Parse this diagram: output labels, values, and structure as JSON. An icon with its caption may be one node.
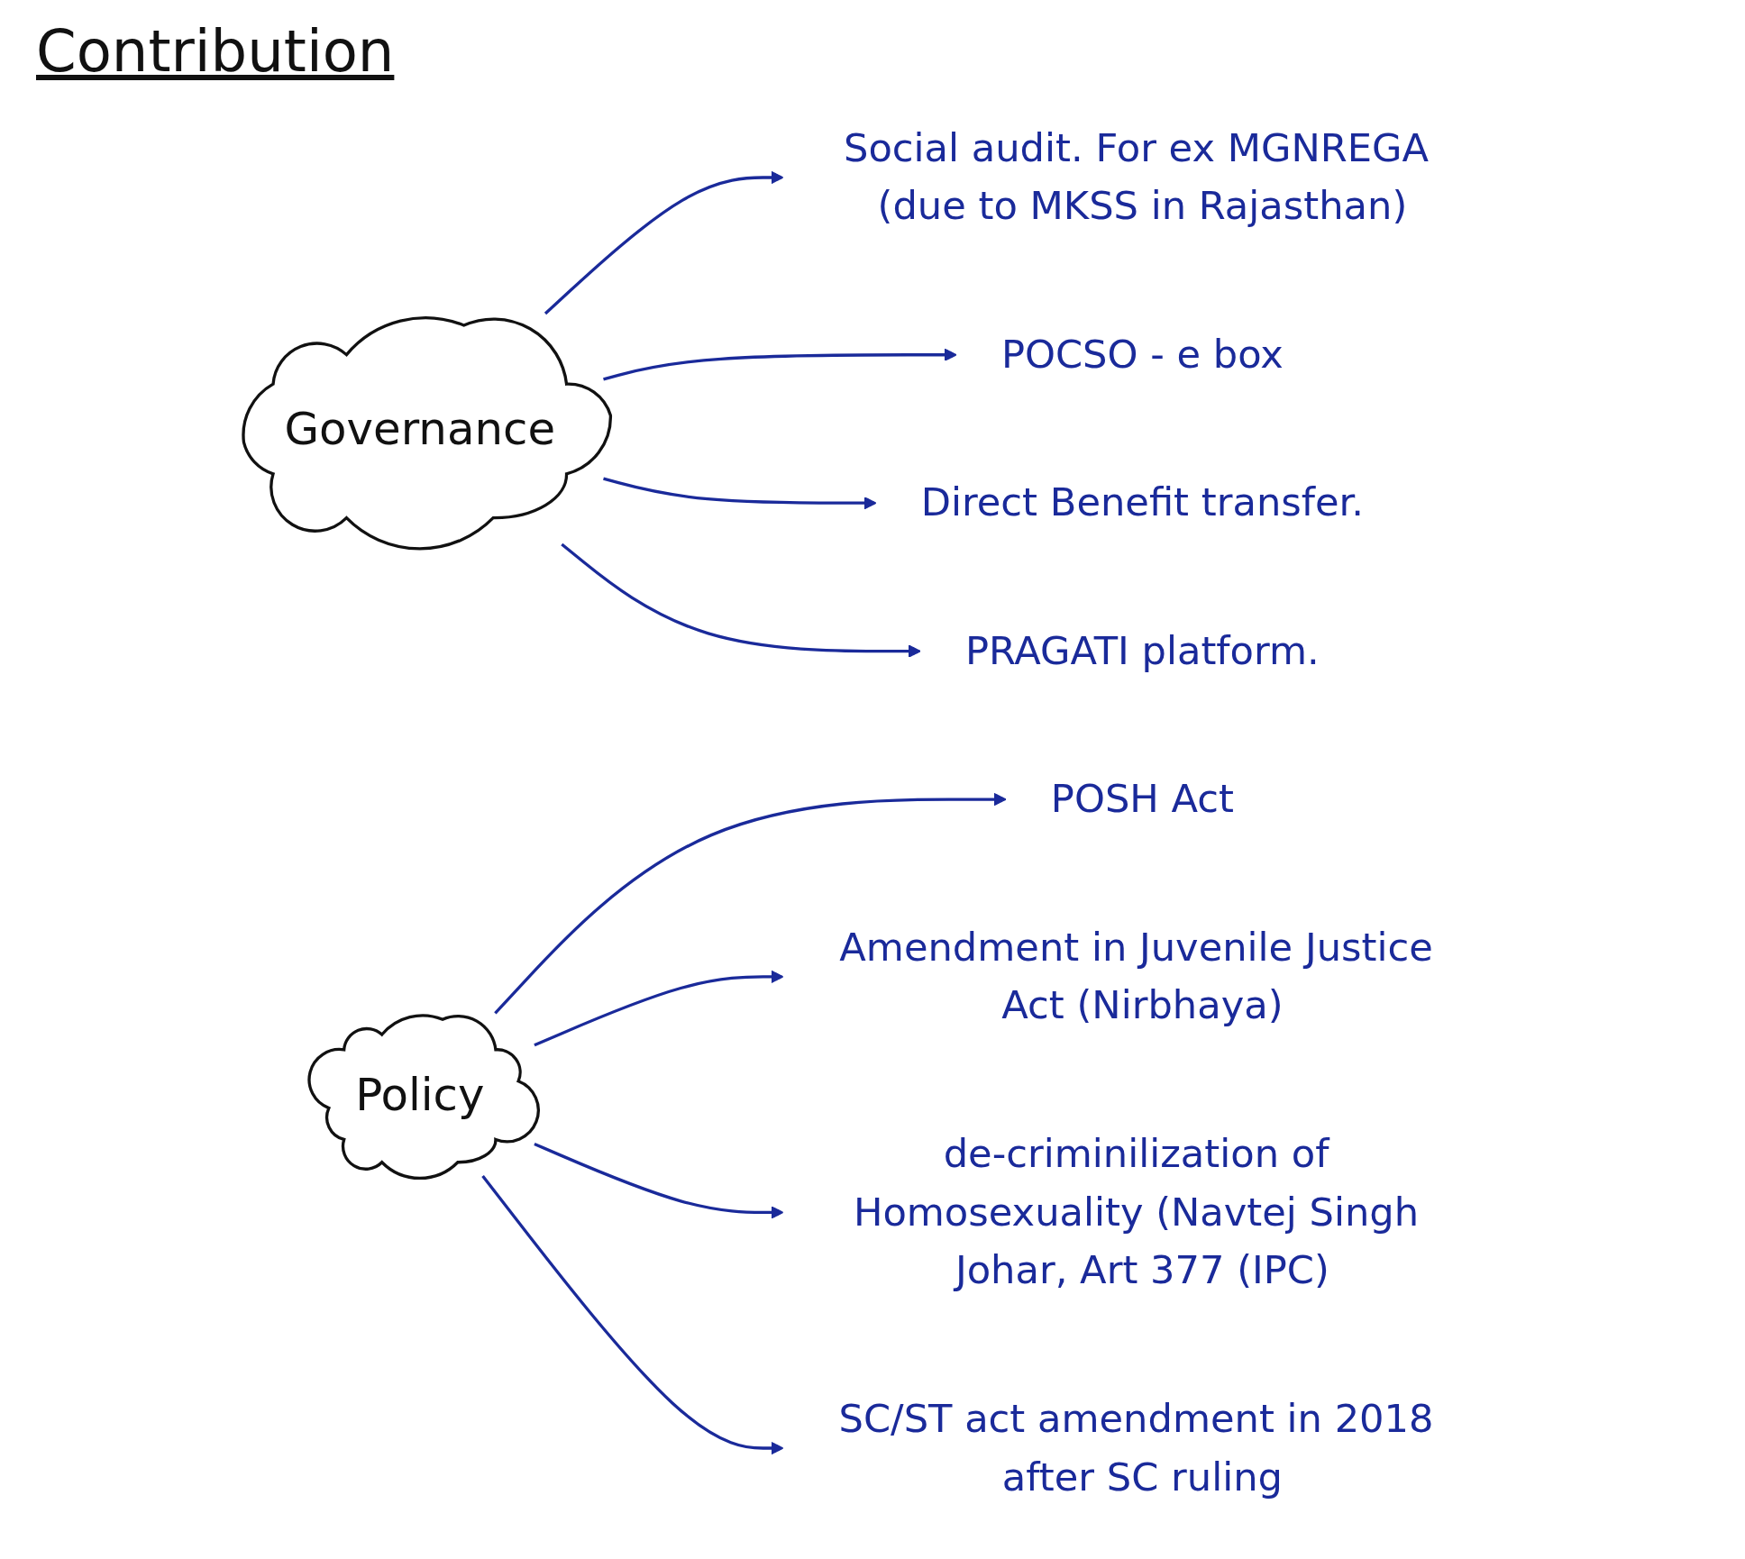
{
  "diagram": {
    "title": "Contribution",
    "nodes": [
      {
        "text": [
          "Governance"
        ]
      },
      {
        "text": [
          "Social audit. For ex MGNREGA (due to MKSS in Rajasthan)"
        ]
      },
      {
        "text": [
          "POCSO - e box"
        ]
      },
      {
        "text": [
          "Direct Benefit transfer."
        ]
      },
      {
        "text": [
          "PRAGATI platform."
        ]
      },
      {
        "text": [
          "Policy"
        ]
      },
      {
        "text": [
          "POSH Act"
        ]
      },
      {
        "text": [
          "Amendment in Juvenile Justice Act (Nirbhaya)"
        ]
      },
      {
        "text": [
          "de-criminilization of Homosexuality (Navtej Singh Johar, Art 377 (IPC)"
        ]
      },
      {
        "text": [
          "SC/ST act amendment in 2018 after SC ruling"
        ]
      }
    ],
    "edges": [
      {
        "from": 0,
        "to": 1,
        "arrow": "to"
      },
      {
        "from": 0,
        "to": 2,
        "arrow": "to"
      },
      {
        "from": 0,
        "to": 3,
        "arrow": "to"
      },
      {
        "from": 0,
        "to": 4,
        "arrow": "to"
      },
      {
        "from": 5,
        "to": 6,
        "arrow": "to"
      },
      {
        "from": 5,
        "to": 7,
        "arrow": "to"
      },
      {
        "from": 5,
        "to": 8,
        "arrow": "to"
      },
      {
        "from": 5,
        "to": 9,
        "arrow": "to"
      }
    ]
  }
}
